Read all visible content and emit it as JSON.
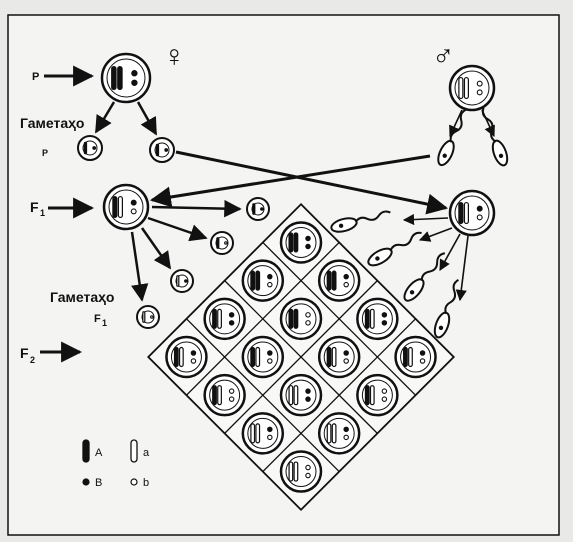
{
  "symbols": {
    "female": "♀",
    "male": "♂"
  },
  "labels": {
    "p": "P",
    "p_sub": "P",
    "gametes_1": "Гаметаҳо",
    "f1": "F",
    "f1_sub": "1",
    "gametes_2": "Гаметаҳо",
    "f1_gametes": "F",
    "f1_gametes_sub": "1",
    "f2": "F",
    "f2_sub": "2"
  },
  "legend": [
    {
      "label": "A",
      "kind": "filled-rod"
    },
    {
      "label": "a",
      "kind": "hollow-rod"
    },
    {
      "label": "B",
      "kind": "filled-dot"
    },
    {
      "label": "b",
      "kind": "hollow-dot"
    }
  ],
  "punnett": {
    "rows": [
      [
        "AABB",
        "AABb",
        "AaBB",
        "AaBb"
      ],
      [
        "AABb",
        "AAbb",
        "AaBb",
        "Aabb"
      ],
      [
        "AaBB",
        "AaBb",
        "aaBB",
        "aaBb"
      ],
      [
        "AaBb",
        "Aabb",
        "aaBb",
        "aabb"
      ]
    ]
  },
  "colors": {
    "ink": "#111111",
    "paper": "#f4f4f2",
    "background": "#e9e9e7"
  }
}
